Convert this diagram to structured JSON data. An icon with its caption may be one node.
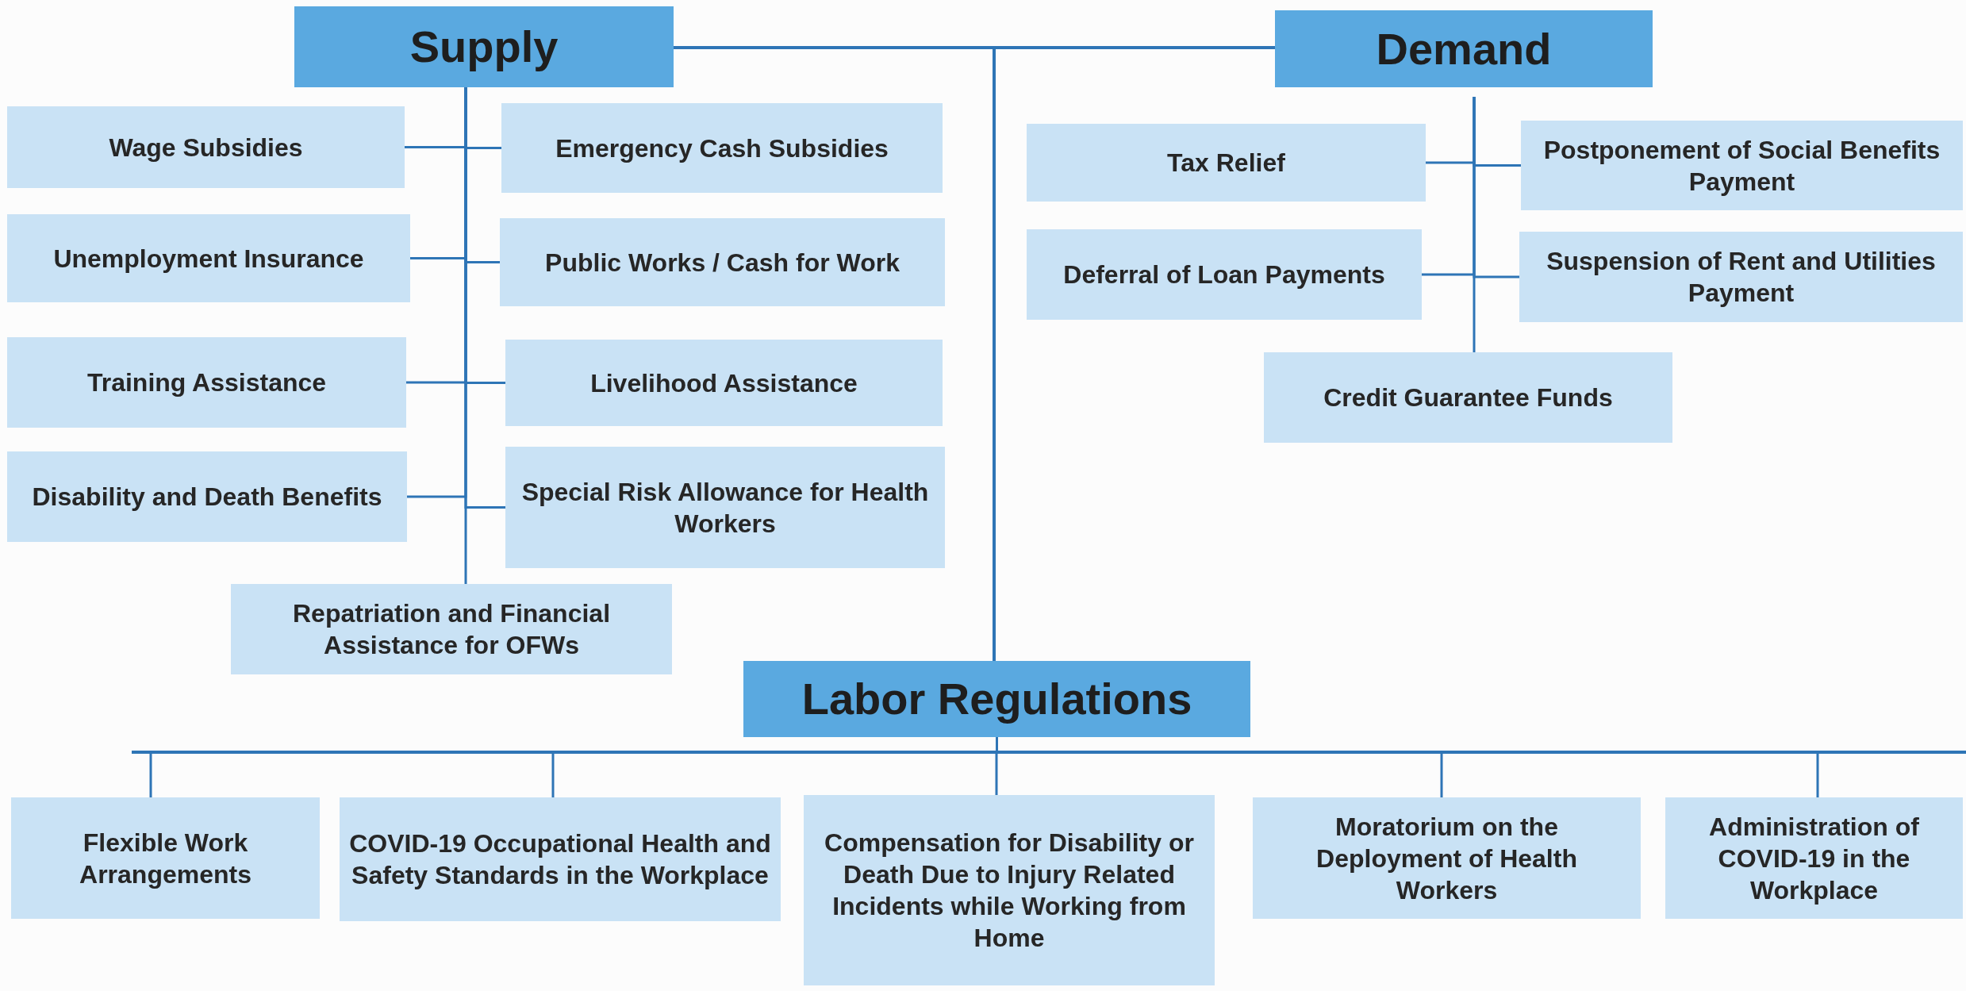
{
  "diagram": {
    "nodes": [
      {
        "text": [
          "Supply"
        ]
      },
      {
        "text": [
          "Demand"
        ]
      },
      {
        "text": [
          "Labor Regulations"
        ]
      },
      {
        "text": [
          "Wage Subsidies"
        ]
      },
      {
        "text": [
          "Emergency Cash Subsidies"
        ]
      },
      {
        "text": [
          "Unemployment Insurance"
        ]
      },
      {
        "text": [
          "Public Works / Cash for Work"
        ]
      },
      {
        "text": [
          "Training Assistance"
        ]
      },
      {
        "text": [
          "Livelihood Assistance"
        ]
      },
      {
        "text": [
          "Disability and Death Benefits"
        ]
      },
      {
        "text": [
          "Special Risk Allowance for Health Workers"
        ]
      },
      {
        "text": [
          "Repatriation and Financial Assistance for OFWs"
        ]
      },
      {
        "text": [
          "Tax Relief"
        ]
      },
      {
        "text": [
          "Postponement of Social Benefits Payment"
        ]
      },
      {
        "text": [
          "Deferral of Loan Payments"
        ]
      },
      {
        "text": [
          "Suspension of Rent and Utilities Payment"
        ]
      },
      {
        "text": [
          "Credit Guarantee Funds"
        ]
      },
      {
        "text": [
          "Flexible Work Arrangements"
        ]
      },
      {
        "text": [
          "COVID-19 Occupational Health and Safety Standards in the Workplace"
        ]
      },
      {
        "text": [
          "Compensation for Disability or Death Due to Injury Related Incidents while Working from Home"
        ]
      },
      {
        "text": [
          "Moratorium on the Deployment of Health Workers"
        ]
      },
      {
        "text": [
          "Administration of COVID-19 in the Workplace"
        ]
      }
    ],
    "edges": [
      {
        "from": 0,
        "to": 1,
        "arrow": "none"
      },
      {
        "from": 0,
        "to": 2,
        "arrow": "none"
      },
      {
        "from": 1,
        "to": 2,
        "arrow": "none"
      },
      {
        "from": 0,
        "to": 3,
        "arrow": "none"
      },
      {
        "from": 0,
        "to": 4,
        "arrow": "none"
      },
      {
        "from": 0,
        "to": 5,
        "arrow": "none"
      },
      {
        "from": 0,
        "to": 6,
        "arrow": "none"
      },
      {
        "from": 0,
        "to": 7,
        "arrow": "none"
      },
      {
        "from": 0,
        "to": 8,
        "arrow": "none"
      },
      {
        "from": 0,
        "to": 9,
        "arrow": "none"
      },
      {
        "from": 0,
        "to": 10,
        "arrow": "none"
      },
      {
        "from": 0,
        "to": 11,
        "arrow": "none"
      },
      {
        "from": 1,
        "to": 12,
        "arrow": "none"
      },
      {
        "from": 1,
        "to": 13,
        "arrow": "none"
      },
      {
        "from": 1,
        "to": 14,
        "arrow": "none"
      },
      {
        "from": 1,
        "to": 15,
        "arrow": "none"
      },
      {
        "from": 1,
        "to": 16,
        "arrow": "none"
      },
      {
        "from": 2,
        "to": 17,
        "arrow": "none"
      },
      {
        "from": 2,
        "to": 18,
        "arrow": "none"
      },
      {
        "from": 2,
        "to": 19,
        "arrow": "none"
      },
      {
        "from": 2,
        "to": 20,
        "arrow": "none"
      },
      {
        "from": 2,
        "to": 21,
        "arrow": "none"
      }
    ]
  }
}
